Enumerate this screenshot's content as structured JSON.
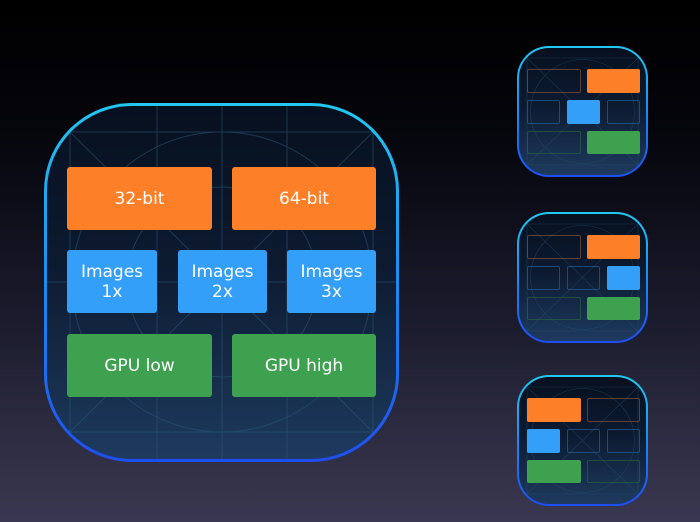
{
  "diagram": {
    "colors": {
      "cpu": "#fd7f28",
      "images": "#339ff8",
      "gpu": "#3ea150",
      "icon_border_top": "#22c8f2",
      "icon_border_bottom": "#1f4ef0"
    },
    "main_icon": {
      "rows": [
        {
          "category": "cpu",
          "tiles": [
            {
              "label": "32-bit"
            },
            {
              "label": "64-bit"
            }
          ]
        },
        {
          "category": "images",
          "tiles": [
            {
              "label": "Images\n1x"
            },
            {
              "label": "Images\n2x"
            },
            {
              "label": "Images\n3x"
            }
          ]
        },
        {
          "category": "gpu",
          "tiles": [
            {
              "label": "GPU low"
            },
            {
              "label": "GPU high"
            }
          ]
        }
      ]
    },
    "variant_icons": [
      {
        "name": "variant-1",
        "selected": {
          "cpu": "64-bit",
          "images": "Images 2x",
          "gpu": "GPU high"
        }
      },
      {
        "name": "variant-2",
        "selected": {
          "cpu": "64-bit",
          "images": "Images 3x",
          "gpu": "GPU high"
        }
      },
      {
        "name": "variant-3",
        "selected": {
          "cpu": "32-bit",
          "images": "Images 1x",
          "gpu": "GPU low"
        }
      }
    ]
  }
}
